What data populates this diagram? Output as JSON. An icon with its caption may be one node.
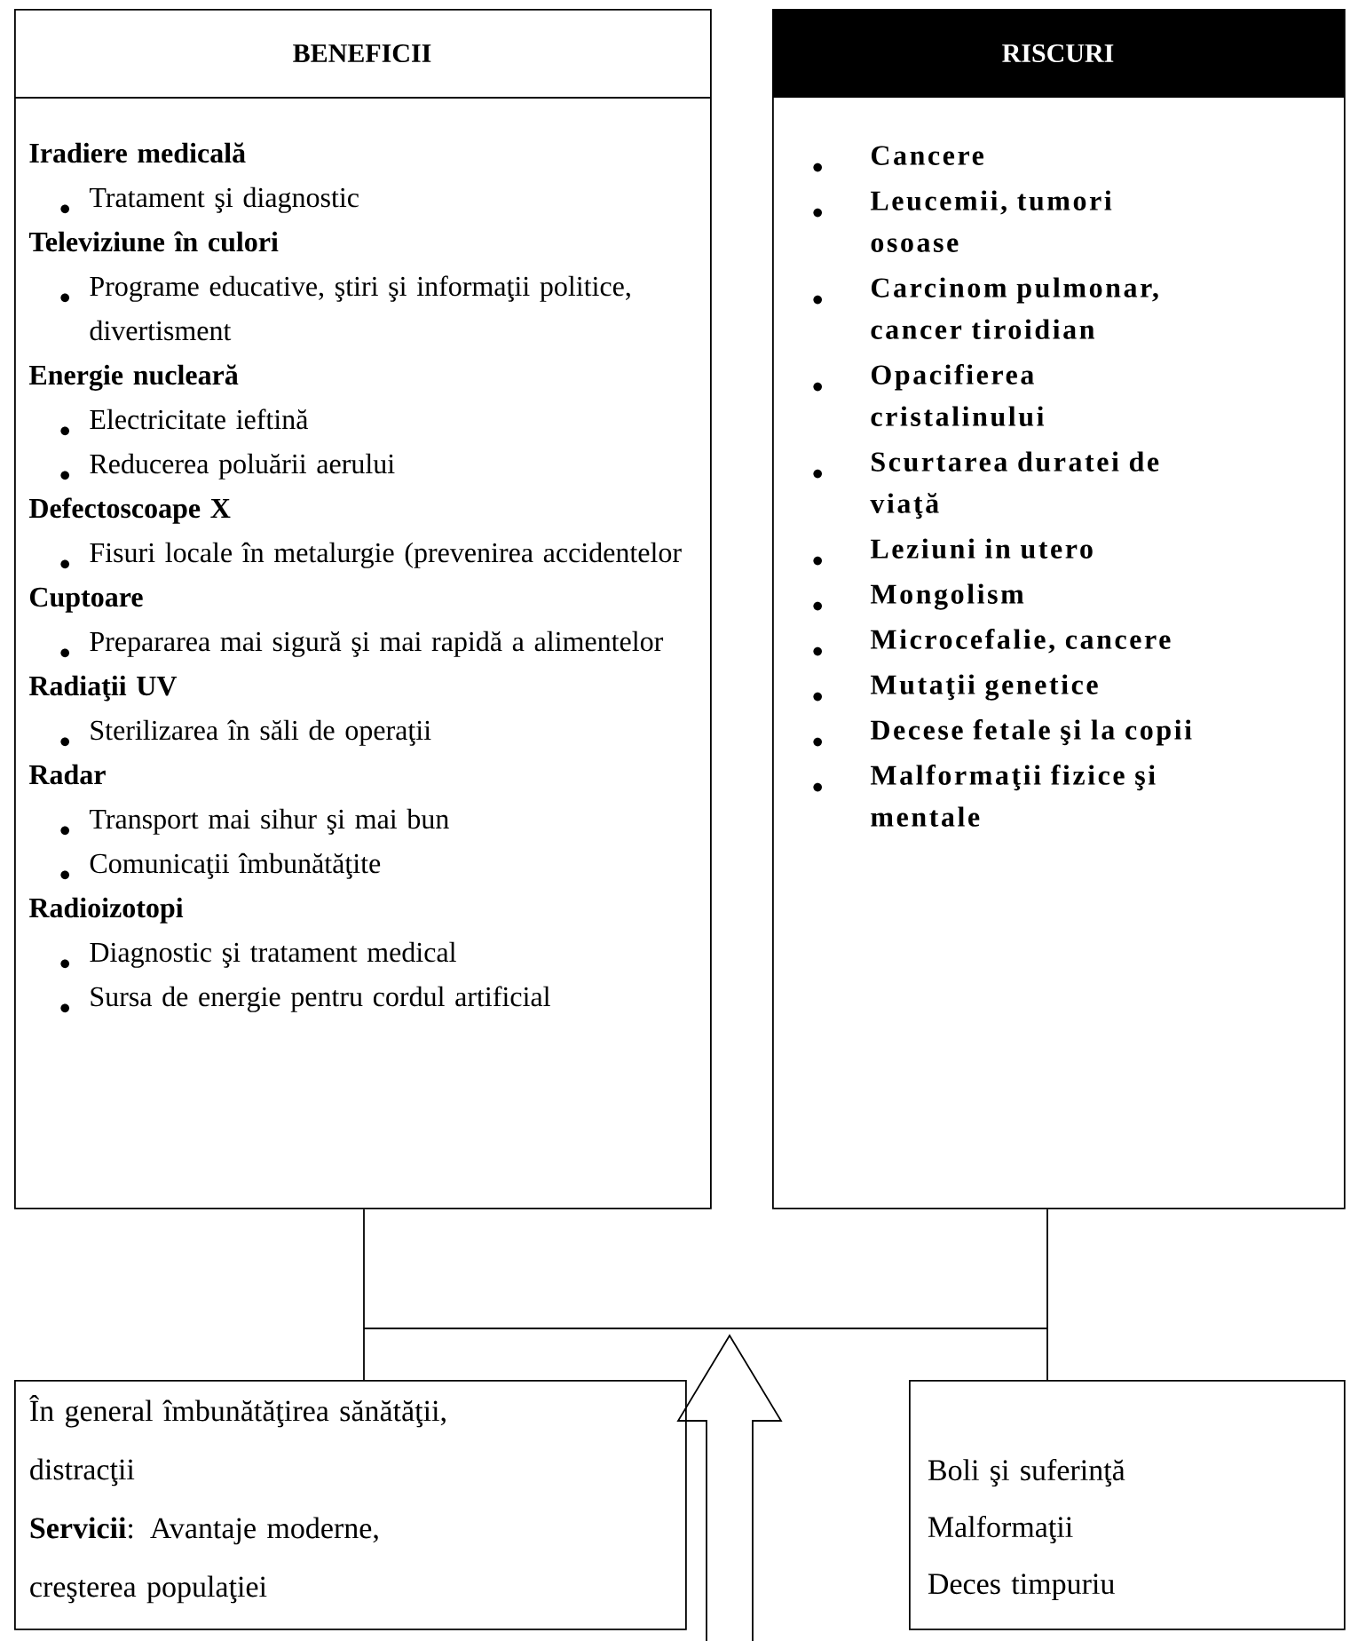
{
  "diagram": {
    "nodes": [
      {
        "text": [
          "BENEFICII",
          "Iradiere medicală",
          "Tratament şi diagnostic",
          "Televiziune în culori",
          "Programe educative, ştiri şi informaţii politice, divertisment",
          "Energie nucleară",
          "Electricitate ieftină",
          "Reducerea poluării aerului",
          "Defectoscoape X",
          "Fisuri locale în metalurgie (prevenirea accidentelor",
          "Cuptoare",
          "Prepararea mai sigură şi mai rapidă a alimentelor",
          "Radiaţii UV",
          "Sterilizarea în săli de operaţii",
          "Radar",
          "Transport mai sihur şi mai bun",
          "Comunicaţii îmbunătăţite",
          "Radioizotopi",
          "Diagnostic şi tratament medical",
          "Sursa de energie pentru cordul artificial"
        ]
      },
      {
        "text": [
          "RISCURI",
          "Cancere",
          "Leucemii, tumori osoase",
          "Carcinom pulmonar, cancer tiroidian",
          "Opacifierea cristalinului",
          "Scurtarea duratei de viaţă",
          "Leziuni in utero",
          "Mongolism",
          "Microcefalie, cancere",
          "Mutaţii genetice",
          "Decese fetale şi la copii",
          "Malformaţii fizice şi mentale"
        ]
      },
      {
        "text": [
          "În general îmbunătăţirea sănătăţii, distracţii",
          "**Servicii**: Avantaje moderne, creşterea populaţiei"
        ]
      },
      {
        "text": [
          "Boli şi suferinţă",
          "Malformaţii",
          "Deces timpuriu"
        ]
      }
    ],
    "edges": [
      {
        "from": 0,
        "to": 2,
        "arrow": "none"
      },
      {
        "from": 1,
        "to": 3,
        "arrow": "none"
      }
    ]
  }
}
